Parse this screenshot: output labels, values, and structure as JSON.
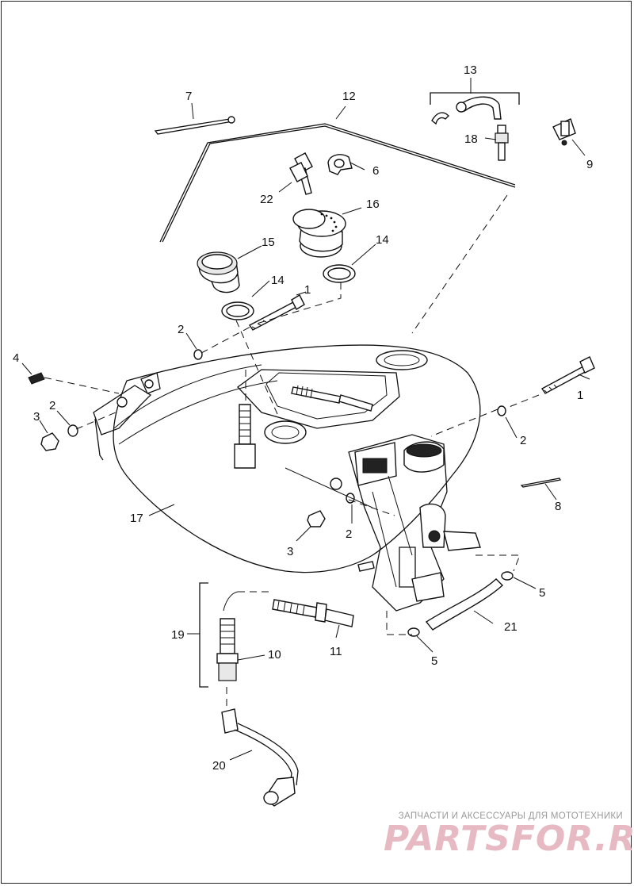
{
  "callouts": [
    {
      "id": "c1a",
      "label": "1"
    },
    {
      "id": "c1b",
      "label": "1"
    },
    {
      "id": "c2a",
      "label": "2"
    },
    {
      "id": "c2b",
      "label": "2"
    },
    {
      "id": "c2c",
      "label": "2"
    },
    {
      "id": "c2d",
      "label": "2"
    },
    {
      "id": "c3a",
      "label": "3"
    },
    {
      "id": "c3b",
      "label": "3"
    },
    {
      "id": "c4",
      "label": "4"
    },
    {
      "id": "c5a",
      "label": "5"
    },
    {
      "id": "c5b",
      "label": "5"
    },
    {
      "id": "c6",
      "label": "6"
    },
    {
      "id": "c7",
      "label": "7"
    },
    {
      "id": "c8",
      "label": "8"
    },
    {
      "id": "c9",
      "label": "9"
    },
    {
      "id": "c10",
      "label": "10"
    },
    {
      "id": "c11",
      "label": "11"
    },
    {
      "id": "c12",
      "label": "12"
    },
    {
      "id": "c13",
      "label": "13"
    },
    {
      "id": "c14a",
      "label": "14"
    },
    {
      "id": "c14b",
      "label": "14"
    },
    {
      "id": "c15",
      "label": "15"
    },
    {
      "id": "c16",
      "label": "16"
    },
    {
      "id": "c17",
      "label": "17"
    },
    {
      "id": "c18",
      "label": "18"
    },
    {
      "id": "c19",
      "label": "19"
    },
    {
      "id": "c20",
      "label": "20"
    },
    {
      "id": "c21",
      "label": "21"
    },
    {
      "id": "c22",
      "label": "22"
    }
  ],
  "watermark": {
    "tagline": "ЗАПЧАСТИ И АКСЕССУАРЫ ДЛЯ МОТОТЕХНИКИ",
    "logo": "PARTSFOR.RU"
  }
}
